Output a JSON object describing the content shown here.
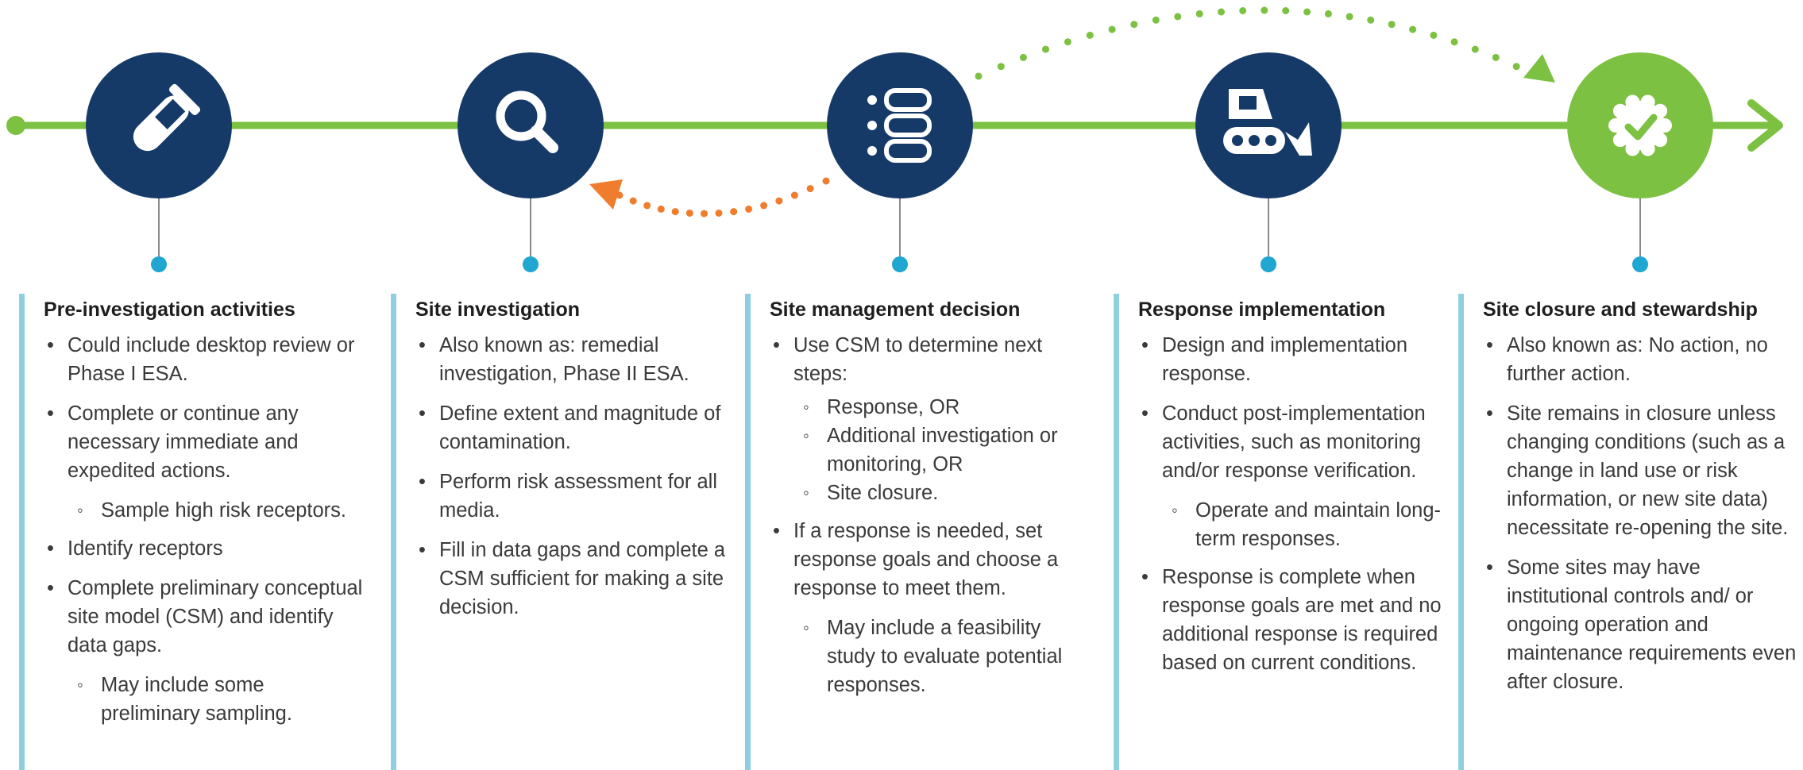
{
  "colors": {
    "timeline": "#7cc142",
    "stage_circle": "#163a68",
    "final_circle": "#7cc142",
    "connector_dot": "#1fa6d1",
    "column_border": "#8fd0e0",
    "back_arrow": "#ef7d2d",
    "forward_arrow": "#7cc142"
  },
  "stages": [
    {
      "icon": "test-tube-icon",
      "title": "Pre-investigation activities",
      "items": [
        {
          "level": 1,
          "text": "Could include desktop review or Phase I ESA."
        },
        {
          "level": 1,
          "text": "Complete or continue any necessary immediate and expedited actions."
        },
        {
          "level": 2,
          "text": "Sample high risk receptors."
        },
        {
          "level": 1,
          "text": "Identify receptors"
        },
        {
          "level": 1,
          "text": "Complete preliminary conceptual site model (CSM) and identify data gaps."
        },
        {
          "level": 2,
          "text": "May include some preliminary sampling."
        }
      ]
    },
    {
      "icon": "magnifier-icon",
      "title": "Site investigation",
      "items": [
        {
          "level": 1,
          "text": "Also known as: remedial investigation, Phase II ESA."
        },
        {
          "level": 1,
          "text": "Define extent and magnitude of contamination."
        },
        {
          "level": 1,
          "text": "Perform risk assessment for all media."
        },
        {
          "level": 1,
          "text": "Fill in data gaps and complete a CSM sufficient for making a site decision."
        }
      ]
    },
    {
      "icon": "decision-list-icon",
      "title": "Site management decision",
      "items": [
        {
          "level": 1,
          "text": "Use CSM to determine next steps:"
        },
        {
          "level": 2,
          "text": "Response, OR"
        },
        {
          "level": 2,
          "text": "Additional investigation or monitoring, OR"
        },
        {
          "level": 2,
          "text": "Site closure."
        },
        {
          "level": 1,
          "text": "If a response is needed, set response goals and choose a response to meet them."
        },
        {
          "level": 2,
          "text": "May include a feasibility study to evaluate potential responses."
        }
      ]
    },
    {
      "icon": "bulldozer-icon",
      "title": "Response implementation",
      "items": [
        {
          "level": 1,
          "text": "Design and implementation response."
        },
        {
          "level": 1,
          "text": "Conduct post-implementation activities, such as monitoring and/or response verification."
        },
        {
          "level": 2,
          "text": "Operate and maintain long-term responses."
        },
        {
          "level": 1,
          "text": "Response is complete when response goals are met and no additional response is required based on current conditions."
        }
      ]
    },
    {
      "icon": "check-badge-icon",
      "title": "Site closure and stewardship",
      "items": [
        {
          "level": 1,
          "text": "Also known as: No action, no further action."
        },
        {
          "level": 1,
          "text": "Site remains in closure unless changing conditions (such as a change in land use or risk information, or new site data) necessitate re-opening the site."
        },
        {
          "level": 1,
          "text": "Some sites may have institutional controls and/ or ongoing operation and maintenance requirements even after closure."
        }
      ]
    }
  ]
}
